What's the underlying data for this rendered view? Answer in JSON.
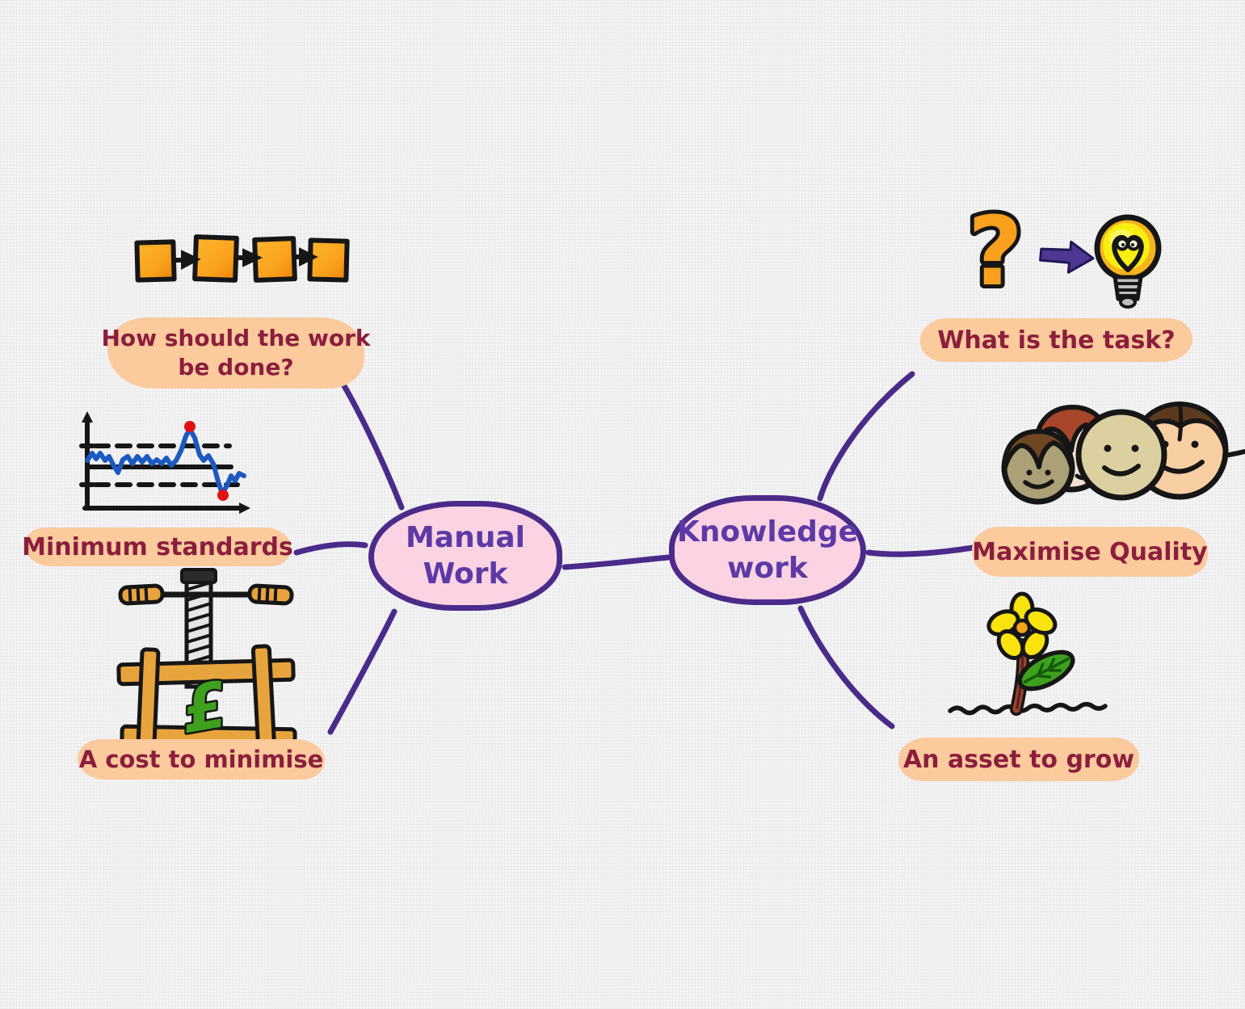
{
  "title": "Manual Work vs Knowledge Work mind map",
  "nodes": {
    "manual": {
      "line1": "Manual",
      "line2": "Work"
    },
    "knowledge": {
      "line1": "Knowledge",
      "line2": "work"
    }
  },
  "manual_branches": {
    "process": {
      "label_line1": "How should the work",
      "label_line2": "be done?",
      "icon": "process-flow"
    },
    "standards": {
      "label": "Minimum standards",
      "icon": "control-chart"
    },
    "cost": {
      "label": "A cost to minimise",
      "icon": "cost-press"
    }
  },
  "knowledge_branches": {
    "task": {
      "label": "What is the task?",
      "icon": "question-to-lightbulb"
    },
    "quality": {
      "label": "Maximise Quality",
      "icon": "happy-faces"
    },
    "asset": {
      "label": "An asset to grow",
      "icon": "growing-flower"
    }
  },
  "glyphs": {
    "question_mark": "?",
    "pound_sign": "£"
  },
  "colors": {
    "background": "#f5f4f5",
    "node_fill": "#fbd3e2",
    "node_border": "#4a2b8a",
    "node_text": "#5c3aa6",
    "branch_line": "#4a2b8a",
    "label_highlight": "#fbca9d",
    "label_text": "#8c1e3d",
    "sticky_orange": "#faa51e",
    "chart_blue": "#1c59c2",
    "alert_red": "#e21212",
    "money_green": "#3fa01e",
    "bulb_yellow": "#f8ee13",
    "wood_tan": "#e8a43c"
  }
}
